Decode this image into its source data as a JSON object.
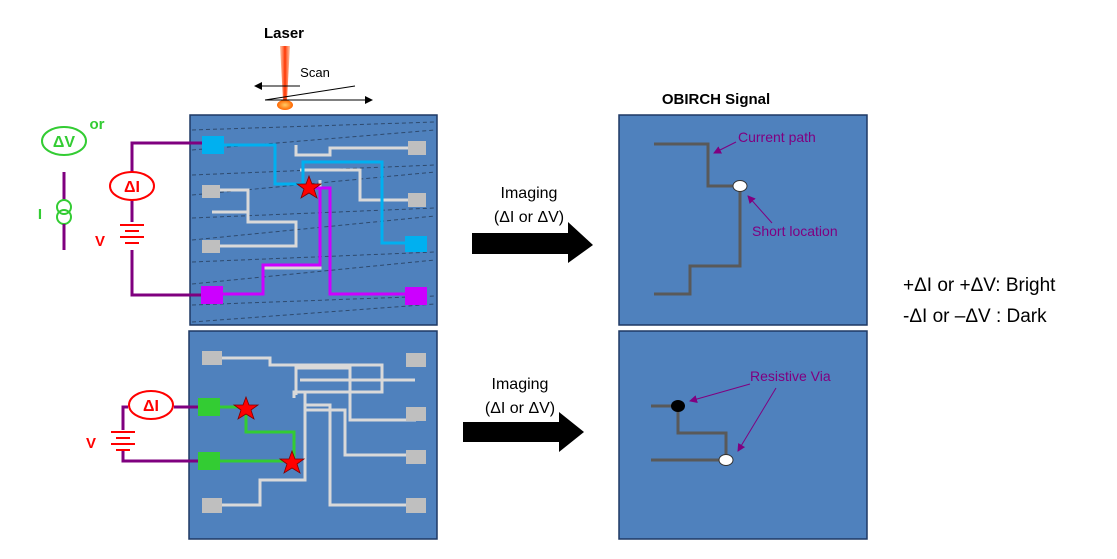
{
  "laser": {
    "label": "Laser",
    "scan_label": "Scan"
  },
  "top_circuit": {
    "delta_v_label": "ΔV",
    "or_label": "or",
    "current_source_label": "I",
    "delta_i_label": "ΔI",
    "voltage_label": "V"
  },
  "bottom_circuit": {
    "delta_i_label": "ΔI",
    "voltage_label": "V"
  },
  "imaging": {
    "top": {
      "line1": "Imaging",
      "line2": "(ΔI or ΔV)"
    },
    "bottom": {
      "line1": "Imaging",
      "line2": "(ΔI or ΔV)"
    }
  },
  "signal": {
    "title": "OBIRCH Signal",
    "current_path_label": "Current path",
    "short_location_label": "Short location",
    "resistive_via_label": "Resistive Via"
  },
  "legend": {
    "bright": "+ΔI or +ΔV: Bright",
    "dark": "-ΔI or –ΔV : Dark"
  },
  "colors": {
    "panel_fill": "#4f81bd",
    "panel_border": "#1f3864",
    "wire_gray": "#d9d9d9",
    "wire_blue": "#00b0f0",
    "wire_magenta": "#cc00ff",
    "wire_green": "#33cc33",
    "lead_purple": "#7f007f",
    "label_red": "#ff0000",
    "label_green": "#33cc33",
    "signal_line": "#595959",
    "annotation_purple": "#800080",
    "star_red": "#ff0000"
  }
}
